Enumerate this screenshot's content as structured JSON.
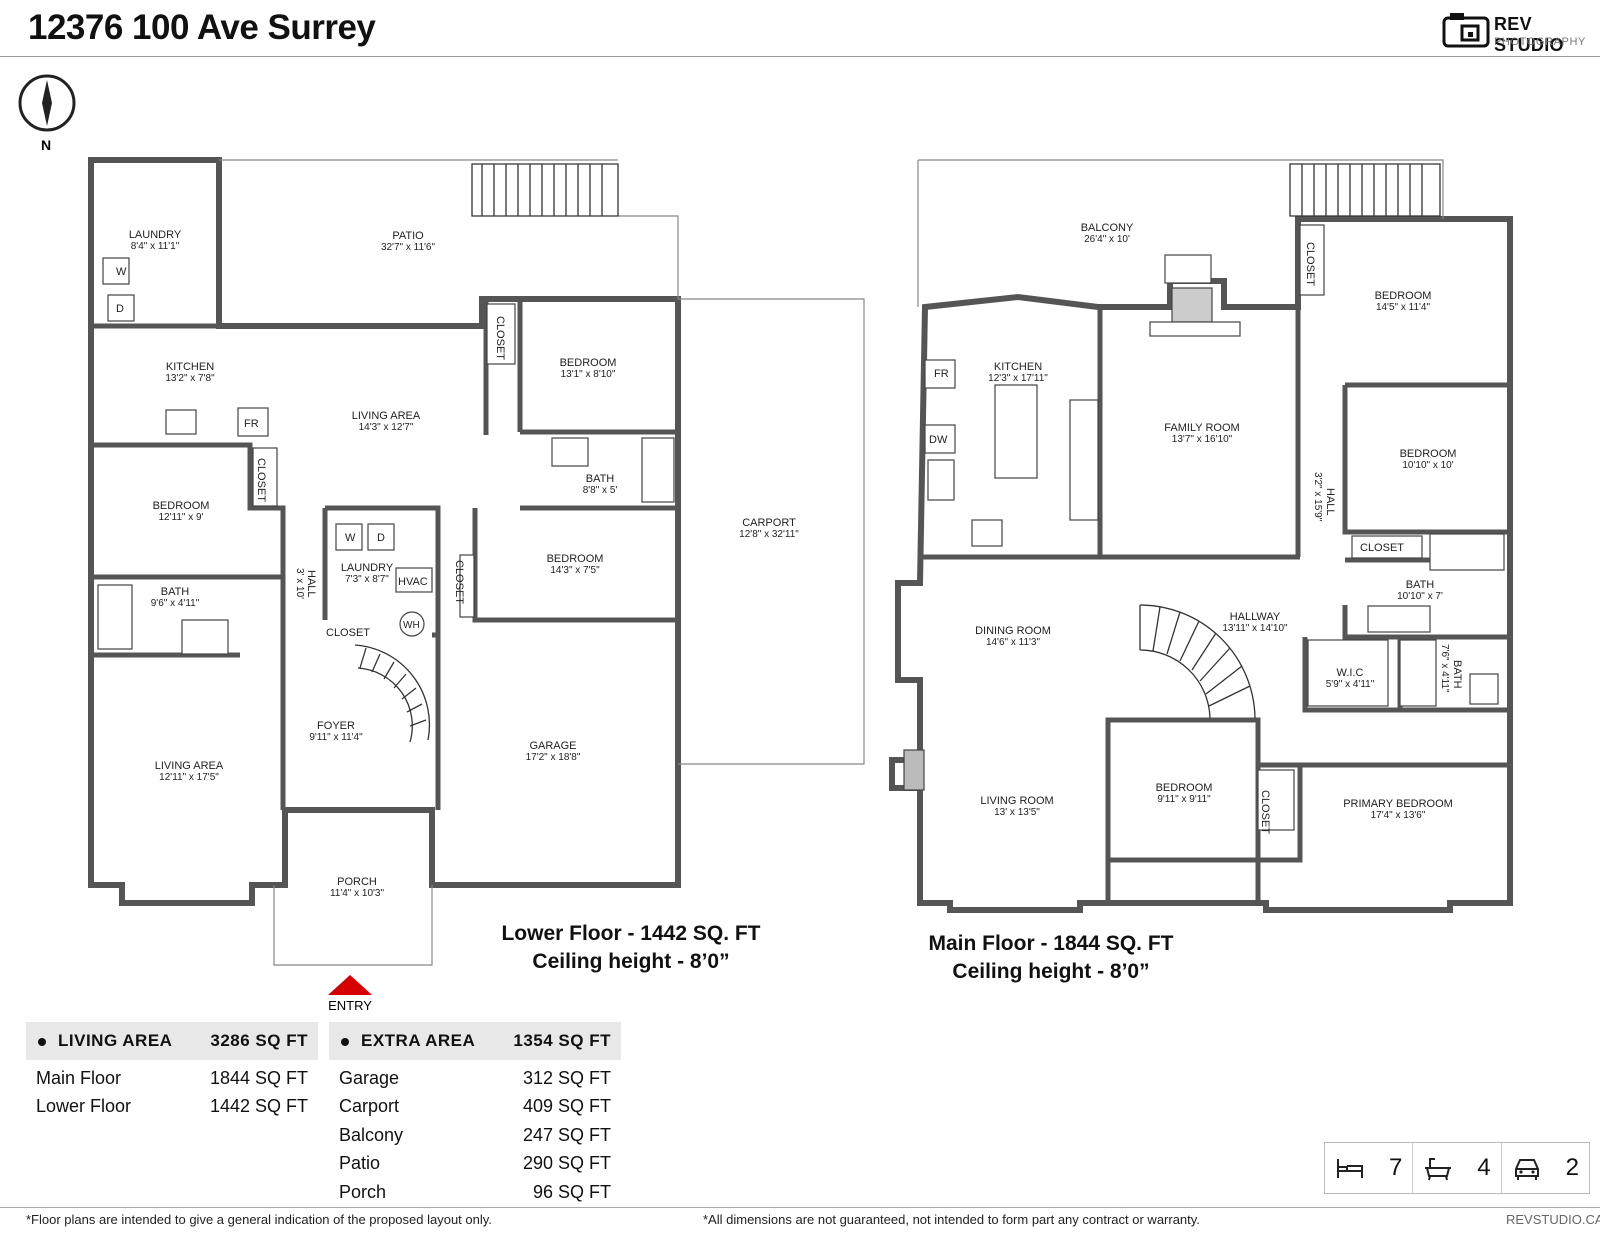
{
  "header": {
    "title": "12376 100 Ave Surrey",
    "logo_line1": "REV STUDIO",
    "logo_line2": "PHOTOGRAPHY"
  },
  "compass": {
    "label": "N"
  },
  "entry_label": "ENTRY",
  "lower_floor": {
    "caption_line1": "Lower Floor - 1442 SQ. FT",
    "caption_line2": "Ceiling height - 8’0”",
    "rooms": [
      {
        "name": "LAUNDRY",
        "dim": "8'4\" x 11'1\""
      },
      {
        "name": "PATIO",
        "dim": "32'7\" x 11'6\""
      },
      {
        "name": "KITCHEN",
        "dim": "13'2\" x 7'8\""
      },
      {
        "name": "LIVING AREA",
        "dim": "14'3\" x 12'7\""
      },
      {
        "name": "BEDROOM",
        "dim": "13'1\" x 8'10\""
      },
      {
        "name": "BEDROOM",
        "dim": "12'11\" x 9'"
      },
      {
        "name": "BATH",
        "dim": "8'8\" x 5'"
      },
      {
        "name": "BATH",
        "dim": "9'6\" x 4'11\""
      },
      {
        "name": "LAUNDRY",
        "dim": "7'3\" x 8'7\""
      },
      {
        "name": "BEDROOM",
        "dim": "14'3\" x 7'5\""
      },
      {
        "name": "CARPORT",
        "dim": "12'8\" x 32'11\""
      },
      {
        "name": "HALL",
        "dim": "3' x 10'"
      },
      {
        "name": "FOYER",
        "dim": "9'11\" x 11'4\""
      },
      {
        "name": "LIVING AREA",
        "dim": "12'11\" x 17'5\""
      },
      {
        "name": "GARAGE",
        "dim": "17'2\" x 18'8\""
      },
      {
        "name": "PORCH",
        "dim": "11'4\" x 10'3\""
      }
    ],
    "labels": {
      "closet": "CLOSET",
      "fr": "FR",
      "w": "W",
      "d": "D",
      "hvac": "HVAC",
      "wh": "WH"
    }
  },
  "main_floor": {
    "caption_line1": "Main Floor - 1844 SQ. FT",
    "caption_line2": "Ceiling height - 8’0”",
    "rooms": [
      {
        "name": "BALCONY",
        "dim": "26'4\" x 10'"
      },
      {
        "name": "KITCHEN",
        "dim": "12'3\" x 17'11\""
      },
      {
        "name": "FAMILY ROOM",
        "dim": "13'7\" x 16'10\""
      },
      {
        "name": "BEDROOM",
        "dim": "14'5\" x 11'4\""
      },
      {
        "name": "BEDROOM",
        "dim": "10'10\" x 10'"
      },
      {
        "name": "HALL",
        "dim": "3'2\" x 15'9\""
      },
      {
        "name": "BATH",
        "dim": "10'10\" x 7'"
      },
      {
        "name": "DINING ROOM",
        "dim": "14'6\" x 11'3\""
      },
      {
        "name": "HALLWAY",
        "dim": "13'11\" x 14'10\""
      },
      {
        "name": "W.I.C",
        "dim": "5'9\" x 4'11\""
      },
      {
        "name": "BATH",
        "dim": "7'6\" x 4'11\""
      },
      {
        "name": "LIVING ROOM",
        "dim": "13' x 13'5\""
      },
      {
        "name": "BEDROOM",
        "dim": "9'11\" x 9'11\""
      },
      {
        "name": "PRIMARY BEDROOM",
        "dim": "17'4\" x 13'6\""
      }
    ],
    "labels": {
      "closet": "CLOSET",
      "fr": "FR",
      "dw": "DW"
    }
  },
  "living_area": {
    "header": "LIVING AREA",
    "total": "3286 SQ FT",
    "rows": [
      {
        "label": "Main Floor",
        "value": "1844 SQ FT"
      },
      {
        "label": "Lower Floor",
        "value": "1442 SQ FT"
      }
    ]
  },
  "extra_area": {
    "header": "EXTRA AREA",
    "total": "1354 SQ FT",
    "rows": [
      {
        "label": "Garage",
        "value": "312 SQ FT"
      },
      {
        "label": "Carport",
        "value": "409 SQ FT"
      },
      {
        "label": "Balcony",
        "value": "247 SQ FT"
      },
      {
        "label": "Patio",
        "value": "290 SQ FT"
      },
      {
        "label": "Porch",
        "value": "96 SQ FT"
      }
    ]
  },
  "stats": {
    "beds": "7",
    "baths": "4",
    "garage": "2"
  },
  "footer": {
    "left": "*Floor plans are intended to give a general indication of the proposed layout only.",
    "center": "*All dimensions are not guaranteed, not intended to form part any contract or warranty.",
    "right": "REVSTUDIO.CA"
  }
}
